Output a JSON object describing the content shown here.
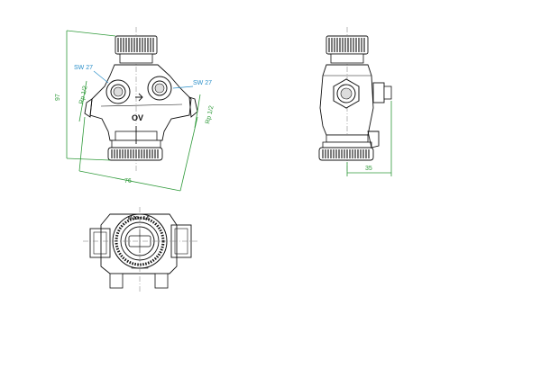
{
  "front_view": {
    "wrench_left": "SW 27",
    "wrench_right": "SW 27",
    "thread_left": "Rp 1/2",
    "thread_right": "Rp 1/2",
    "height": "97",
    "width": "76",
    "marking": "OV"
  },
  "side_view": {
    "depth": "35"
  },
  "bottom_view": {
    "marking": "M 30 x 1,5"
  },
  "colors": {
    "dimension": "#2f9a3a",
    "wrench": "#2a8fc9",
    "outline": "#111111"
  }
}
